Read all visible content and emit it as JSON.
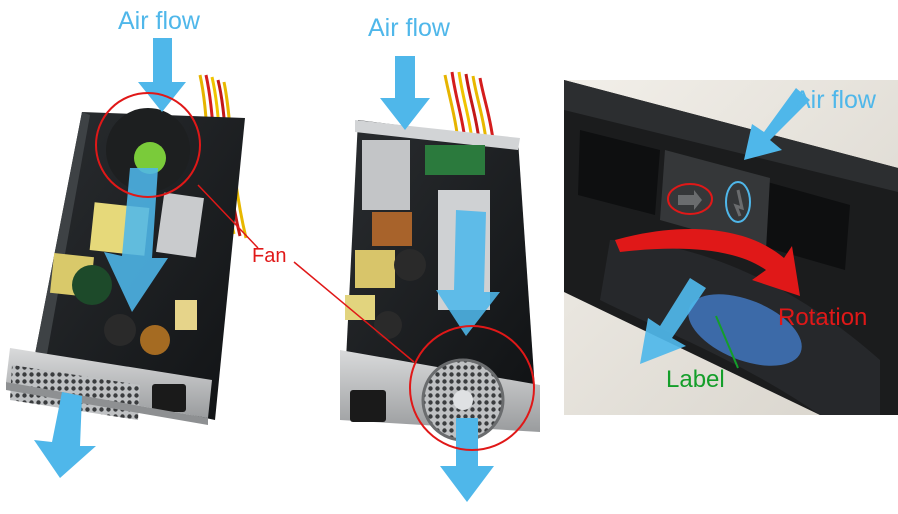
{
  "labels": {
    "airflow_left": "Air flow",
    "airflow_middle": "Air flow",
    "airflow_right": "Air flow",
    "fan": "Fan",
    "rotation": "Rotation",
    "label": "Label"
  },
  "colors": {
    "airflow_arrow": "#4fb7ea",
    "fan_callout": "#e01818",
    "rotation_arrow": "#e01818",
    "label_callout": "#149e2a",
    "marker_circle_left": "#e01818",
    "marker_circle_right": "#4fb7ea"
  }
}
